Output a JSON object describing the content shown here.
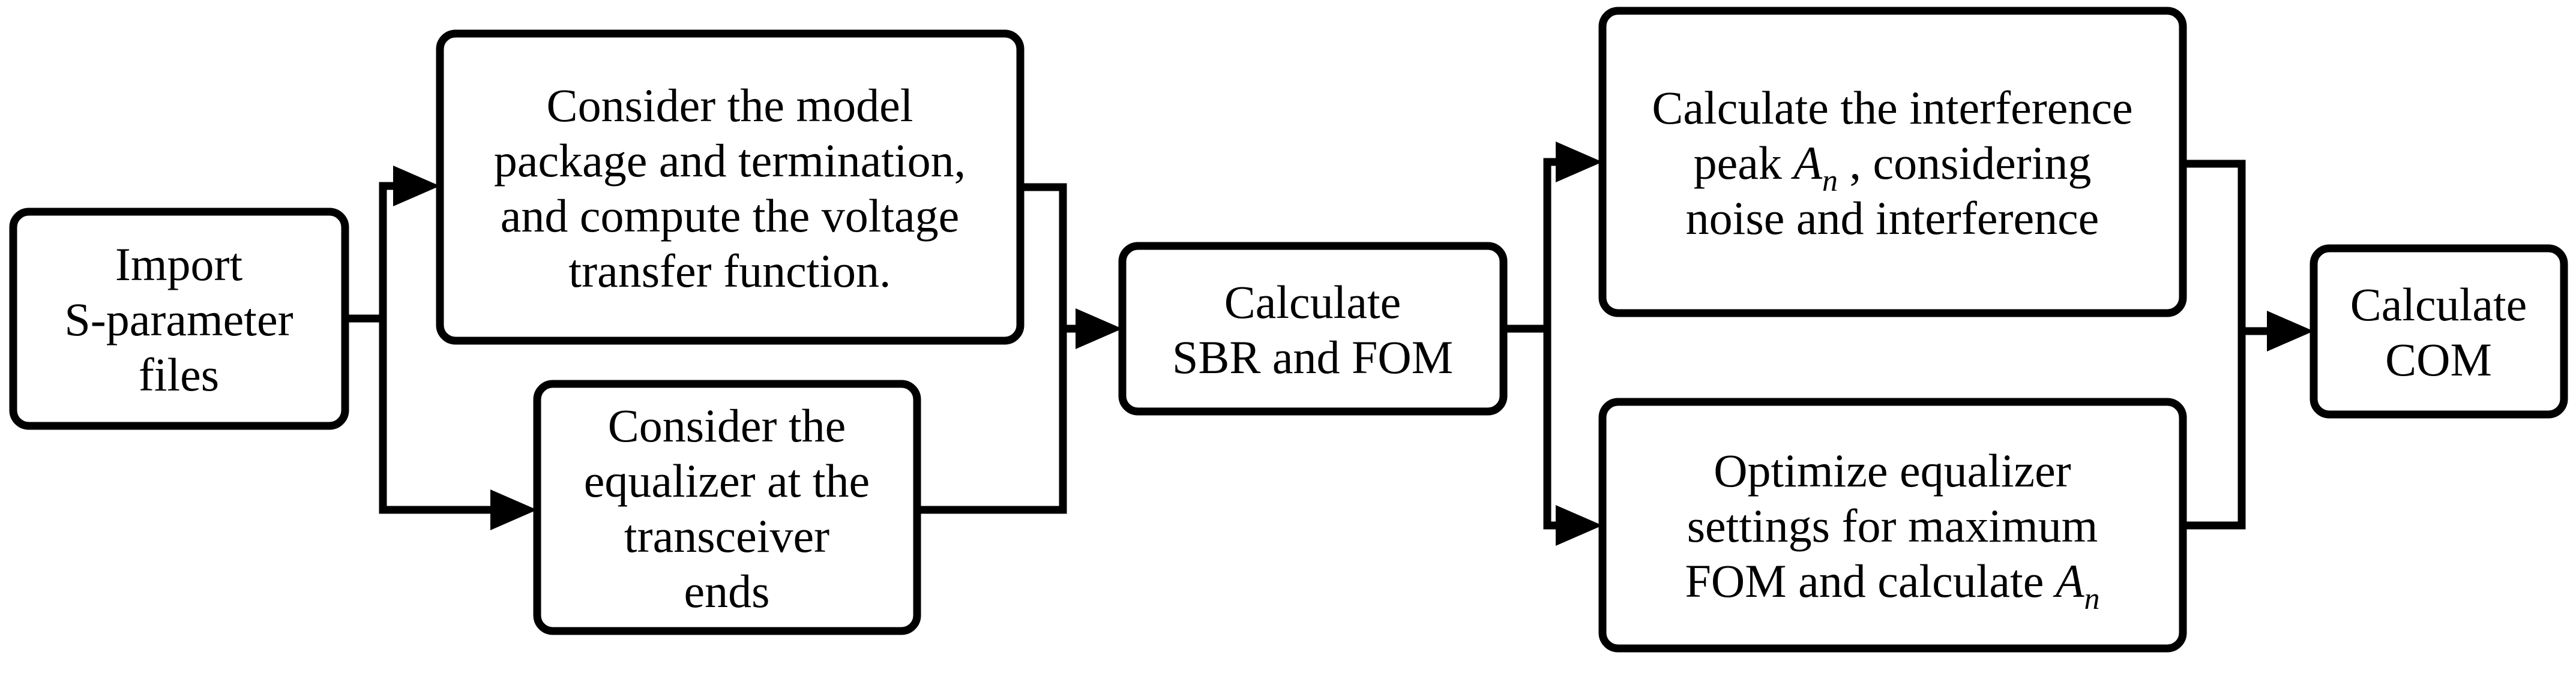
{
  "figure": {
    "type": "flowchart",
    "colors": {
      "background": "#ffffff",
      "line": "#000000",
      "text": "#000000"
    },
    "boxes": {
      "import": {
        "lines": [
          "Import",
          "S-parameter",
          "files"
        ]
      },
      "voltage_transfer": {
        "lines": [
          "Consider the model",
          "package and termination,",
          "and compute the voltage",
          "transfer function."
        ]
      },
      "equalizer_ends": {
        "lines": [
          "Consider the",
          "equalizer at the",
          "transceiver",
          "ends"
        ]
      },
      "sbr_fom": {
        "lines": [
          "Calculate",
          "SBR and FOM"
        ]
      },
      "interference_peak": {
        "line1": "Calculate the interference",
        "line2_pre": "peak ",
        "line2_var": "A",
        "line2_sub": "n",
        "line2_post": " , considering",
        "line3": "noise and interference"
      },
      "optimize_equalizer": {
        "line1": "Optimize equalizer",
        "line2": "settings for maximum",
        "line3_pre": "FOM and calculate ",
        "line3_var": "A",
        "line3_sub": "n"
      },
      "com": {
        "lines": [
          "Calculate",
          "COM"
        ]
      }
    }
  }
}
